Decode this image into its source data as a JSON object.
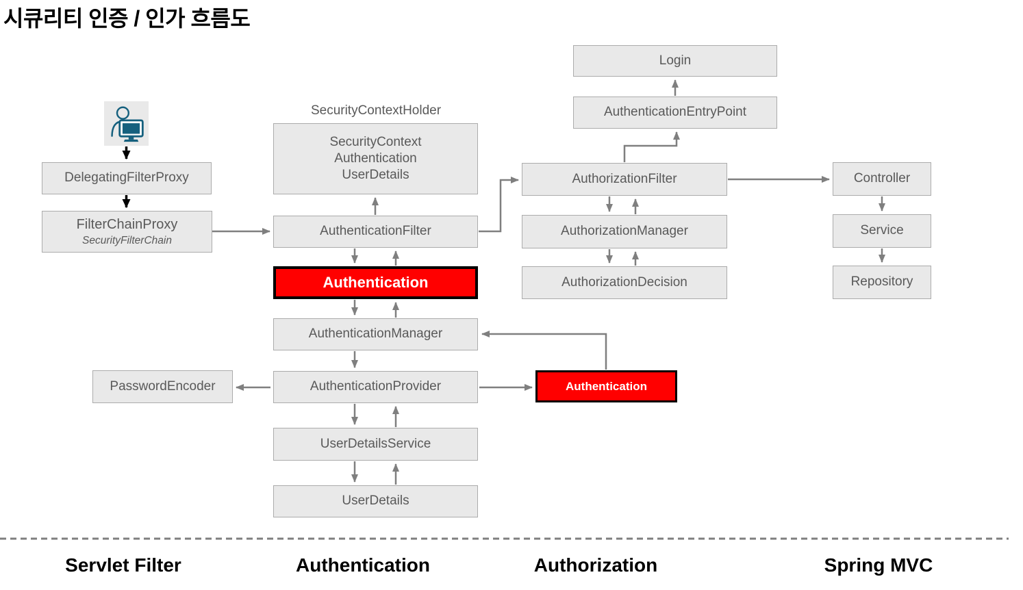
{
  "title": "시큐리티 인증 / 인가 흐름도",
  "diagram": {
    "nodes": {
      "delegating_filter_proxy": "DelegatingFilterProxy",
      "filter_chain_proxy": "FilterChainProxy",
      "security_filter_chain": "SecurityFilterChain",
      "security_context_holder": "SecurityContextHolder",
      "security_context_stack": [
        "SecurityContext",
        "Authentication",
        "UserDetails"
      ],
      "authentication_filter": "AuthenticationFilter",
      "authentication_token_upper": "Authentication",
      "authentication_manager": "AuthenticationManager",
      "password_encoder": "PasswordEncoder",
      "authentication_provider": "AuthenticationProvider",
      "authentication_token_lower": "Authentication",
      "user_details_service": "UserDetailsService",
      "user_details": "UserDetails",
      "login": "Login",
      "authentication_entry_point": "AuthenticationEntryPoint",
      "authorization_filter": "AuthorizationFilter",
      "authorization_manager": "AuthorizationManager",
      "authorization_decision": "AuthorizationDecision",
      "controller": "Controller",
      "service": "Service",
      "repository": "Repository"
    },
    "icons": {
      "user": "user-at-computer-icon"
    },
    "lanes": [
      "Servlet Filter",
      "Authentication",
      "Authorization",
      "Spring MVC"
    ],
    "colors": {
      "box_fill": "#e9e9e9",
      "box_border": "#ababab",
      "box_text": "#595959",
      "highlight_fill": "#ff0000",
      "highlight_border": "#000000",
      "highlight_text": "#ffffff",
      "arrow_gray": "#7f7f7f",
      "arrow_black": "#000000",
      "icon_teal": "#15607e"
    }
  }
}
